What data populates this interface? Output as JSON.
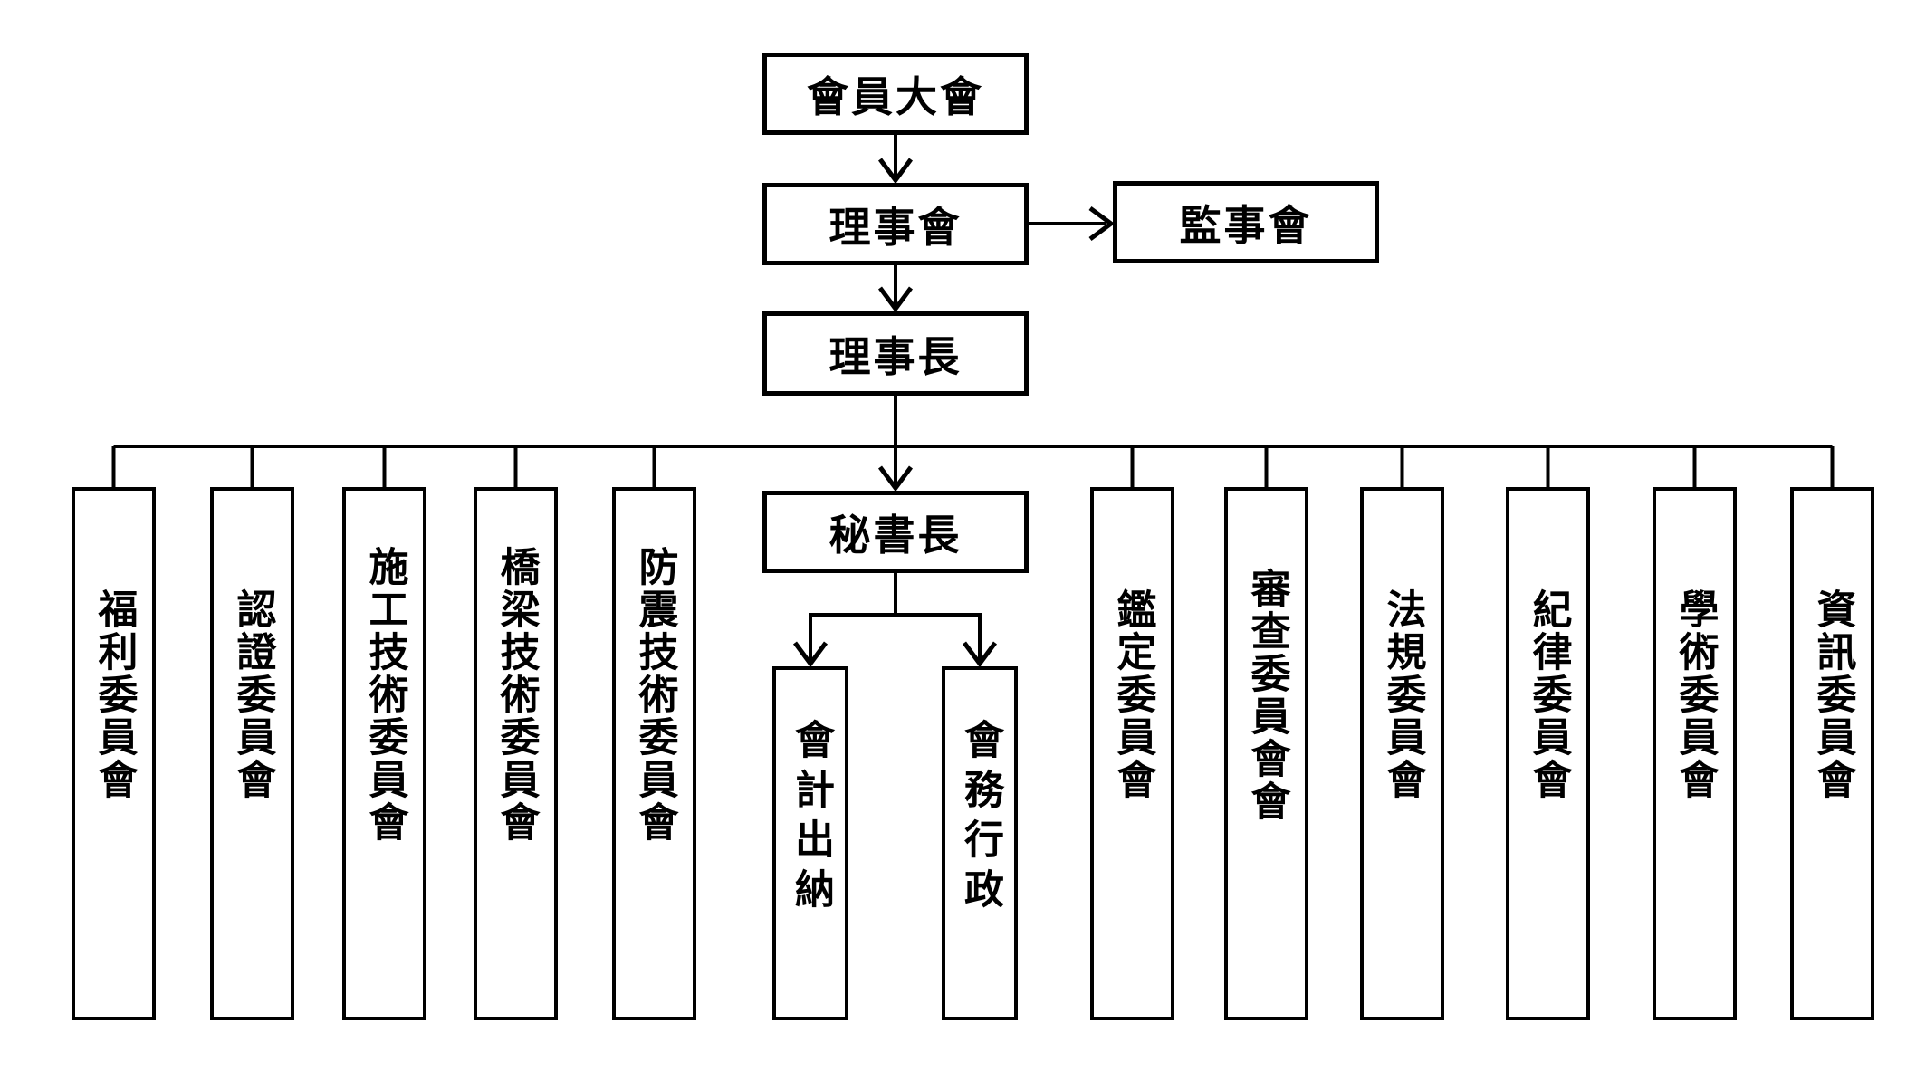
{
  "diagram": {
    "type": "organization-chart",
    "language": "zh-Hant",
    "background_color": "#ffffff",
    "line_color": "#000000",
    "nodes": {
      "general_assembly": "會員大會",
      "board_of_directors": "理事會",
      "supervisory_board": "監事會",
      "chairman": "理事長",
      "secretary_general": "秘書長"
    },
    "committees": [
      "福利委員會",
      "認證委員會",
      "施工技術委員會",
      "橋梁技術委員會",
      "防震技術委員會",
      "鑑定委員會",
      "審查委員會會",
      "法規委員會",
      "紀律委員會",
      "學術委員會",
      "資訊委員會"
    ],
    "offices": [
      "會計出納",
      "會務行政"
    ]
  }
}
